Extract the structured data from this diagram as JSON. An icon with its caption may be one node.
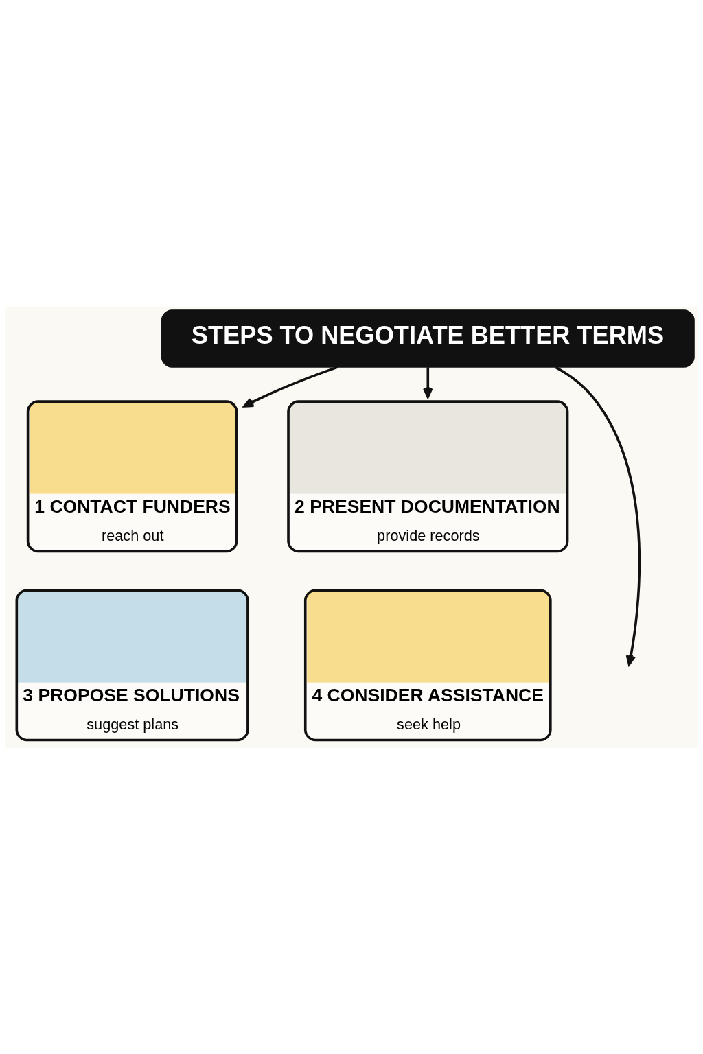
{
  "diagram": {
    "nodes": [
      {
        "text": [
          "STEPS TO NEGOTIATE BETTER TERMS"
        ]
      },
      {
        "text": [
          "1 CONTACT FUNDERS",
          "reach out"
        ]
      },
      {
        "text": [
          "2 PRESENT DOCUMENTATION",
          "provide records"
        ]
      },
      {
        "text": [
          "3 PROPOSE SOLUTIONS",
          "suggest plans"
        ]
      },
      {
        "text": [
          "4 CONSIDER ASSISTANCE",
          "seek help"
        ]
      }
    ],
    "edges": [
      {
        "from": 0,
        "to": 1,
        "arrow": "to"
      },
      {
        "from": 0,
        "to": null,
        "arrow": "to"
      },
      {
        "from": 0,
        "to": 2,
        "arrow": "to"
      }
    ]
  }
}
